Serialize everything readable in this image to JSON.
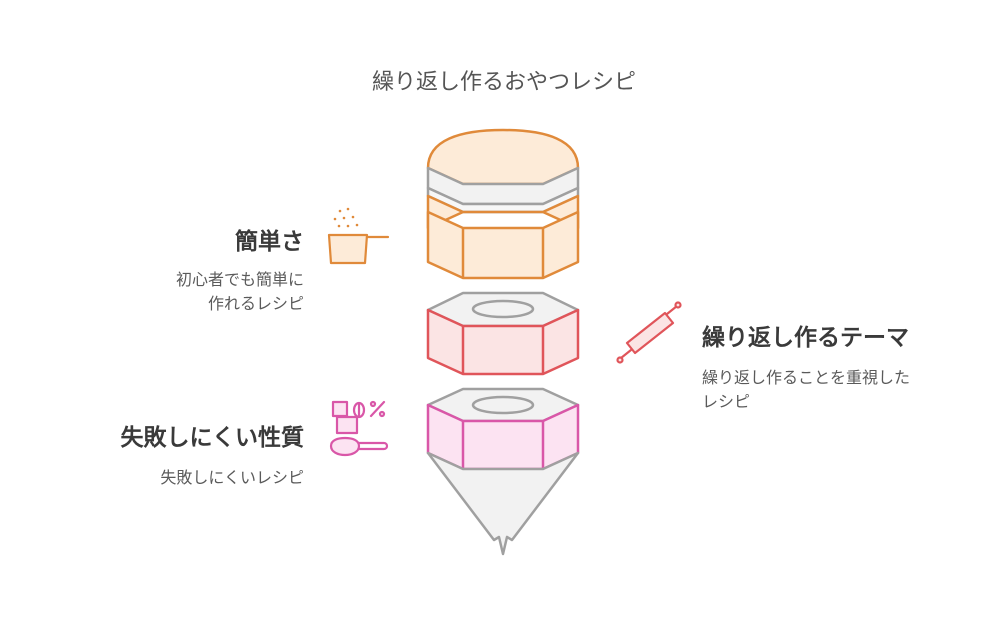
{
  "title": "繰り返し作るおやつレシピ",
  "sections": {
    "easy": {
      "heading": "簡単さ",
      "desc_line1": "初心者でも簡単に",
      "desc_line2": "作れるレシピ",
      "color": "#E08A3A"
    },
    "repeat": {
      "heading": "繰り返し作るテーマ",
      "desc_line1": "繰り返し作ることを重視した",
      "desc_line2": "レシピ",
      "color": "#E0555A"
    },
    "failsafe": {
      "heading": "失敗しにくい性質",
      "desc_line1": "失敗しにくいレシピ",
      "color": "#D957A8"
    }
  },
  "icons": {
    "easy": "measuring-cup-icon",
    "repeat": "rolling-pin-icon",
    "failsafe": "measuring-spoon-icon"
  }
}
